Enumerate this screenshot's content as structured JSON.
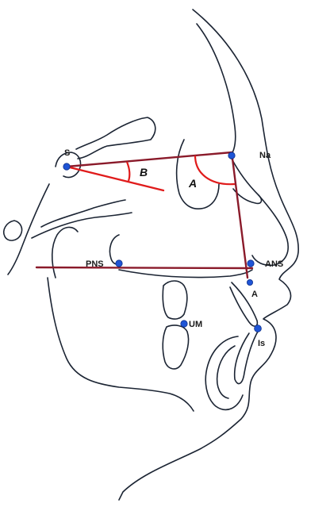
{
  "diagram": {
    "colors": {
      "outline": "#1b2433",
      "reference_line": "#8a1a2a",
      "angle_arc": "#e01b1b",
      "landmark_dot": "#1f55d6"
    },
    "landmarks": {
      "s": {
        "label": "S"
      },
      "na": {
        "label": "Na"
      },
      "pns": {
        "label": "PNS"
      },
      "ans": {
        "label": "ANS"
      },
      "a": {
        "label": "A"
      },
      "um": {
        "label": "UM"
      },
      "is": {
        "label": "Is"
      }
    },
    "angles": {
      "a": {
        "label": "A"
      },
      "b": {
        "label": "B"
      }
    }
  }
}
